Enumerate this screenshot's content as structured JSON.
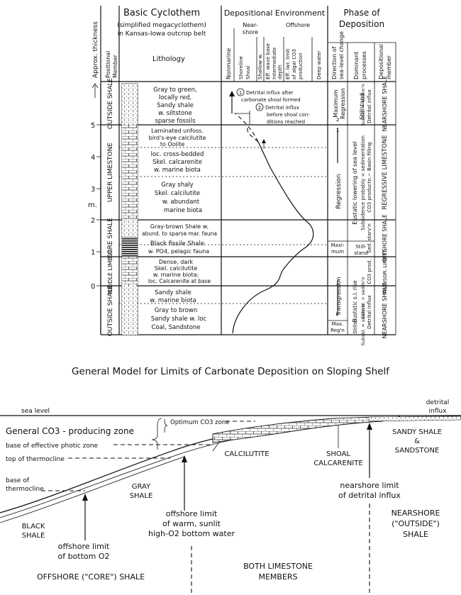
{
  "top": {
    "header": {
      "basic_title": "Basic Cyclothem",
      "basic_sub1": "(simplified megacyclothem)",
      "basic_sub2": "in Kansas-Iowa outcrop belt",
      "thickness": "Approx. thickness",
      "positional": "Positional",
      "member": "Member",
      "lithology": "Lithology",
      "dep_env": "Depositional Environment",
      "nearshore": "Near-",
      "nearshore2": "shore",
      "offshore": "Offshore",
      "nonmarine": "Nonmarine",
      "shoreline": "Shoreline",
      "shoal": "Shoal",
      "shallow_w": "Shallow w.",
      "eff_wave": "Eff. wave base",
      "intermediate": "Intermediate",
      "depth": "depth",
      "eff_lwr": "Eff. lwr. limit",
      "of_algal": "of algal CO3",
      "production": "production",
      "deep_water": "Deep water",
      "phase": "Phase of",
      "deposition": "Deposition",
      "direction": "Direction of",
      "sea_level_change": "sea-level change",
      "dominant": "Dominant",
      "processes": "processes",
      "depositional": "Depositional",
      "member2": "member"
    },
    "axis": {
      "ticks": [
        "5",
        "4",
        "3",
        "2",
        "1",
        "0"
      ],
      "unit": "m."
    },
    "members": [
      "OUTSIDE SHALE",
      "UPPER LIMESTONE",
      "CORE SHALE",
      "MIDDLE LIMEST.",
      "OUTSIDE SHALE"
    ],
    "lithology": {
      "outside_top": [
        "Gray to green,",
        "locally red,",
        "Sandy shale",
        "w. siltstone",
        "sparse fossils"
      ],
      "upper_a": [
        "Laminated unfoss.",
        "bird's-eye calcilutite",
        "to Oolite"
      ],
      "upper_b": [
        "loc. cross-bedded",
        "Skel. calcarenite",
        "w. marine biota"
      ],
      "upper_c": [
        "Gray shaly",
        "Skel. calcilutite",
        "w. abundant",
        "marine biota"
      ],
      "core": [
        "Gray-brown Shale w.",
        "abund. to sparse mar. fauna",
        "Black fissile Shale",
        "w. PO4, pelagic fauna"
      ],
      "middle": [
        "Dense, dark",
        "Skel. calcilutite",
        "w. marine biota;",
        "loc. Calcarenite at base"
      ],
      "outside_bottom_a": [
        "Sandy shale",
        "w. marine biota"
      ],
      "outside_bottom_b": [
        "Gray to brown",
        "Sandy shale w. loc",
        "Coal, Sandstone"
      ]
    },
    "annotations": {
      "a1_num": "1",
      "a1": [
        "Detrital influx after",
        "carbonate shoal formed"
      ],
      "a2_num": "2",
      "a2": [
        "Detrital influx",
        "before shoal con-",
        "ditions reached"
      ]
    },
    "phase": {
      "maximum_regression": [
        "Maximum",
        "Regression"
      ],
      "regression": "Regression",
      "maximum": [
        "Maxi-",
        "mum"
      ],
      "transgression": "Transgression",
      "max_reg": [
        "Max.",
        "Reg'n"
      ],
      "still_stand": "Stillstand",
      "eustatic_lowering": "Eustatic lowering of sea level",
      "subsidence": "Subsidence probably < sedimentation",
      "still_stand2": [
        "Still-",
        "stand"
      ],
      "eustatic_rise": "Eustatic s.l. rise",
      "subsid_1": "Subsid. > sedim'n",
      "subsid_2": "Subsid. = sedim'n",
      "subsid_3": "Subsid. = sedim'n",
      "stillsd": "Stillsd",
      "detrital_influx": "Detrital influx",
      "co3_basin": "CO3 productn.~ Basin filling",
      "sed_starv": "Sed. starv'n",
      "co3_prod": "CO3 prod.",
      "detrital_influx2": "Detrital influx",
      "dep_members": [
        "NEARSHORE SHALE",
        "REGRESSIVE LIMESTONE",
        "OFFSHORE SHALE",
        "TRANSGR. LIMEST.",
        "NEARSHORE SHALE"
      ],
      "small1": "1",
      "small2": "2"
    }
  },
  "bottom": {
    "title": "General Model for Limits of Carbonate Deposition on Sloping Shelf",
    "labels": {
      "sea_level": "sea level",
      "detrital": "detrital",
      "influx": "influx",
      "general_zone": "General CO3 - producing zone",
      "optimum": "Optimum CO3 zone",
      "base_photic": "base of effective photic zone",
      "top_thermo": "top of thermocline",
      "base_of": "base of",
      "thermocline": "thermocline",
      "shoal": "SHOAL",
      "calcarenite": "CALCARENITE",
      "calcilutite": "CALCILUTITE",
      "sandy_shale": "SANDY SHALE",
      "amp": "&",
      "sandstone": "SANDSTONE",
      "gray": "GRAY",
      "shale": "SHALE",
      "black": "BLACK",
      "shale2": "SHALE",
      "nearshore_limit": [
        "nearshore limit",
        "of detrital influx"
      ],
      "offshore_warm": [
        "offshore limit",
        "of warm, sunlit",
        "high-O2 bottom water"
      ],
      "offshore_o2": [
        "offshore limit",
        "of bottom O2"
      ],
      "nearshore_outside": [
        "NEARSHORE",
        "(\"OUTSIDE\")",
        "SHALE"
      ],
      "both_limestone": [
        "BOTH LIMESTONE",
        "MEMBERS"
      ],
      "offshore_core": "OFFSHORE (\"CORE\") SHALE"
    }
  }
}
